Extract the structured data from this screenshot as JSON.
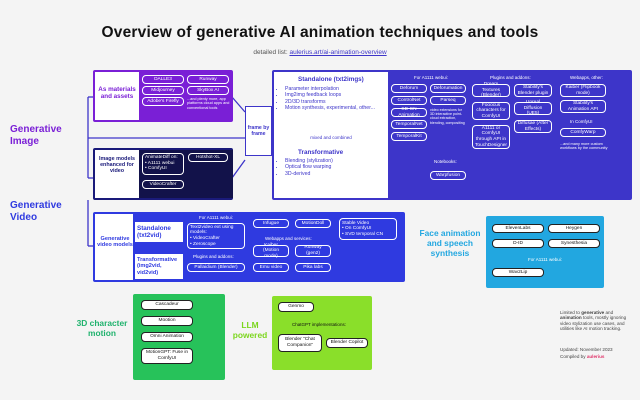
{
  "title": "Overview of generative AI animation techniques and tools",
  "subtitle_prefix": "detailed list:",
  "subtitle_link": "aulerius.art/ai-animation-overview",
  "colors": {
    "purple": "#7a1fd6",
    "indigo": "#3d35c9",
    "blue": "#2f3ae0",
    "cyan": "#22a7e0",
    "green": "#27c25a",
    "lime": "#8adf2a",
    "dark": "#1a1a1a"
  },
  "labels": {
    "generative_image": "Generative Image",
    "generative_video": "Generative Video",
    "face_animation": "Face animation and speech synthesis",
    "character_motion": "3D character motion",
    "llm_powered": "LLM powered"
  },
  "materials": {
    "title": "As materials and assets",
    "items": [
      "DALLE3",
      "Runway",
      "Midjourney",
      "SkyBox AI",
      "Adobe's Firefly"
    ],
    "note": "...and plenty more, app platforms cloud apps and conventional tools"
  },
  "frame_by_frame": "frame by frame",
  "standalone_img": {
    "title": "Standalone (txt2imgs)",
    "bullets": [
      "Parameter interpolation",
      "Img2img feedback loops",
      "2D/3D transforms",
      "Motion synthesis, experimental, other..."
    ]
  },
  "mixed_combined": "mixed and combined",
  "transformative_img": {
    "title": "Transformative",
    "bullets": [
      "Blending (stylization)",
      "Optical flow warping",
      "3D-derived"
    ]
  },
  "a1111_webui": {
    "title": "For A1111 webui:",
    "items": [
      "Deforum",
      "Deforumation",
      "ControlNet",
      "Parseq",
      "SD-CN Animation",
      "TemporalNet",
      "TemporalKit"
    ],
    "note": "video extensions for 3D interactive point-cloud extraction, blending, compositing"
  },
  "notebooks": {
    "title": "Notebooks:",
    "items": [
      "Warpfusion"
    ]
  },
  "plugins_addons": {
    "title": "Plugins and addons:",
    "items": [
      "Dream Textures (Blender)",
      "Stability's Blender plugin",
      "Fooocus characters for ComfyUI",
      "Unreal Diffusion (UE5)",
      "A1111 or ComfyUI through API in TouchDesigner",
      "Diffusae (After Effects)"
    ]
  },
  "webapps_other": {
    "title": "Webapps, other:",
    "items": [
      "Kaiber (Flipbook mode)",
      "Stability's Animation API"
    ],
    "comfy_title": "In ComfyUI",
    "comfy_items": [
      "ComfyWarp"
    ],
    "note": "...and many more custom workflows by the community"
  },
  "image_models_video": {
    "title": "Image models enhanced for video",
    "items": [
      "AnimateDiff on:",
      "A1111 webui",
      "ComfyUI",
      "Hotshot-XL",
      "VideoCrafter"
    ]
  },
  "gen_video_models": {
    "title": "Generative video models",
    "standalone": "Standalone (txt2vid)",
    "transformative": "Transformative (img2vid, vid2vid)",
    "a1111_title": "For A1111 webui:",
    "a1111_items": [
      "Text2video ext using models:",
      "VideoCrafter",
      "Zeroscope"
    ],
    "plugins_title": "Plugins and addons:",
    "plugins_items": [
      "Pallaidium (Blender)"
    ],
    "web_title": "Webapps and services:",
    "web_items": [
      "Infugue",
      "MotionDoll",
      "Kaiber (Motion mode)",
      "Runway (gen2)",
      "Emu video",
      "Pika labs"
    ],
    "stable_video": {
      "title": "Stable Video",
      "items": [
        "On ComfyUI",
        "SVD temporal CN"
      ]
    }
  },
  "face_tools": {
    "items": [
      "ElevenLabs",
      "Heygen",
      "D-ID",
      "Synesthesia",
      "Wav2Lip"
    ],
    "a1111_title": "For A1111 webui:"
  },
  "character_tools": {
    "items": [
      "Cascadeur",
      "Mootion",
      "Omni Animation",
      "MotionGPT: Fuse in ComfyUI"
    ]
  },
  "llm_tools": {
    "items": [
      "Genmo"
    ],
    "chatgpt_title": "ChatGPT implementations:",
    "chatgpt_items": [
      "Blender \"Chat Companion\"",
      "Blender Copilot"
    ]
  },
  "footer": {
    "note_plain_1": "Limited to ",
    "note_bold_1": "generative",
    "note_plain_2": " and ",
    "note_bold_2": "animation",
    "note_rest": " tools, mostly ignoring video stylization use cases, and utilities like AI motion tracking.",
    "updated": "Updated: November 2023",
    "compiled_prefix": "Compiled by ",
    "compiled_author": "aulerius"
  }
}
